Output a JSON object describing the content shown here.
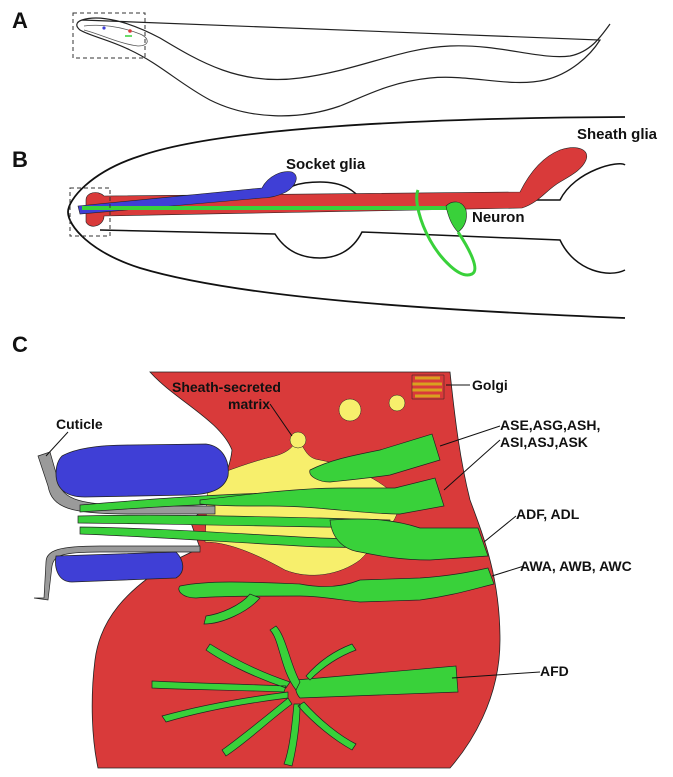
{
  "panels": {
    "a": {
      "letter": "A"
    },
    "b": {
      "letter": "B",
      "socket_glia": "Socket glia",
      "sheath_glia": "Sheath glia",
      "neuron": "Neuron"
    },
    "c": {
      "letter": "C",
      "cuticle": "Cuticle",
      "matrix_line1": "Sheath-secreted",
      "matrix_line2": "matrix",
      "golgi": "Golgi",
      "group1_line1": "ASE,ASG,ASH,",
      "group1_line2": "ASI,ASJ,ASK",
      "group2": "ADF, ADL",
      "group3": "AWA, AWB, AWC",
      "group4": "AFD"
    }
  },
  "colors": {
    "sheath_glia": "#d93a3a",
    "socket_glia": "#3f3fd6",
    "neuron": "#39d13a",
    "matrix": "#f7ef6c",
    "cuticle": "#9a9a9a",
    "outline": "#111111"
  }
}
